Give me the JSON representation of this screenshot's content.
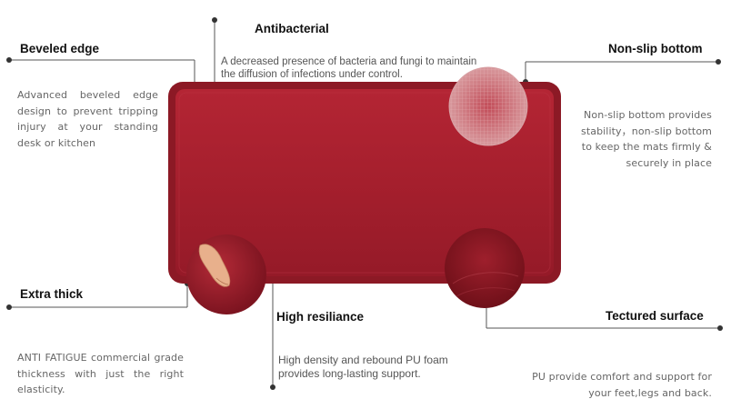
{
  "features": {
    "beveled": {
      "title": "Beveled edge",
      "desc": "Advanced beveled edge design to prevent tripping injury at your standing desk or kitchen"
    },
    "antibacterial": {
      "title": "Antibacterial",
      "desc": "A decreased presence of bacteria and fungi  to maintain the diffusion of infections under control."
    },
    "nonslip": {
      "title": "Non-slip bottom",
      "desc": "Non-slip bottom provides stability，non-slip bottom to keep the mats firmly & securely in place"
    },
    "thick": {
      "title": "Extra thick",
      "desc": "ANTI FATIGUE commercial grade thickness with just the right elasticity."
    },
    "resilience": {
      "title": "High resiliance",
      "desc": "High density and rebound PU foam provides long-lasting support."
    },
    "textured": {
      "title": "Tectured surface",
      "desc": "PU provide comfort and support for your feet,legs and back."
    }
  },
  "colors": {
    "mat": "#a8202e",
    "mat_edge": "#8f1a26",
    "line": "#555555"
  }
}
